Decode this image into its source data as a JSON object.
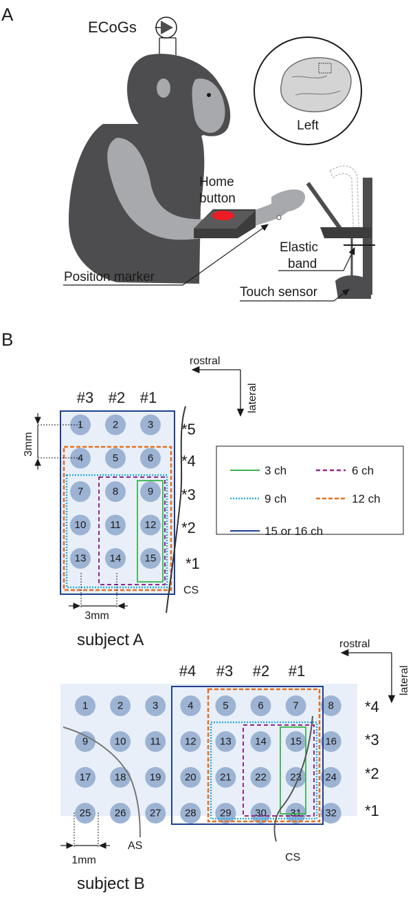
{
  "panel_a": {
    "label": "A",
    "ecog": "ECoGs",
    "brain": "Left",
    "home_button": [
      "Home",
      "button"
    ],
    "elastic_band": [
      "Elastic",
      "band"
    ],
    "position_marker": "Position marker",
    "touch_sensor": "Touch sensor"
  },
  "panel_b": {
    "label": "B",
    "orientation": {
      "rostral": "rostral",
      "lateral": "lateral"
    },
    "legend": [
      {
        "label": "3 ch",
        "color": "#39b54a",
        "style": "solid"
      },
      {
        "label": "6 ch",
        "color": "#92278f",
        "style": "dashed"
      },
      {
        "label": "9 ch",
        "color": "#29abe2",
        "style": "dotted"
      },
      {
        "label": "12 ch",
        "color": "#e66f1e",
        "style": "dashed"
      },
      {
        "label": "15 or 16 ch",
        "color": "#1b3f94",
        "style": "solid"
      }
    ],
    "subject_a": {
      "title": "subject A",
      "columns": [
        "#3",
        "#2",
        "#1"
      ],
      "rows": [
        "*5",
        "*4",
        "*3",
        "*2",
        "*1"
      ],
      "electrodes": [
        "1",
        "2",
        "3",
        "4",
        "5",
        "6",
        "7",
        "8",
        "9",
        "10",
        "11",
        "12",
        "13",
        "14",
        "15"
      ],
      "sulcus": "CS",
      "scale_v": "3mm",
      "scale_h": "3mm"
    },
    "subject_b": {
      "title": "subject B",
      "columns": [
        "#4",
        "#3",
        "#2",
        "#1"
      ],
      "rows": [
        "*4",
        "*3",
        "*2",
        "*1"
      ],
      "electrodes": [
        "1",
        "2",
        "3",
        "4",
        "5",
        "6",
        "7",
        "8",
        "9",
        "10",
        "11",
        "12",
        "13",
        "14",
        "15",
        "16",
        "17",
        "18",
        "19",
        "20",
        "21",
        "22",
        "23",
        "24",
        "25",
        "26",
        "27",
        "28",
        "29",
        "30",
        "31",
        "32"
      ],
      "sulcus_as": "AS",
      "sulcus_cs": "CS",
      "scale_h": "1mm"
    }
  },
  "colors": {
    "monkey_dark": "#4d4d4f",
    "monkey_light": "#a7a9ac",
    "grid_bg": "#e8eff8",
    "electrode": "#9db3d3",
    "button_red": "#ed1c24"
  }
}
